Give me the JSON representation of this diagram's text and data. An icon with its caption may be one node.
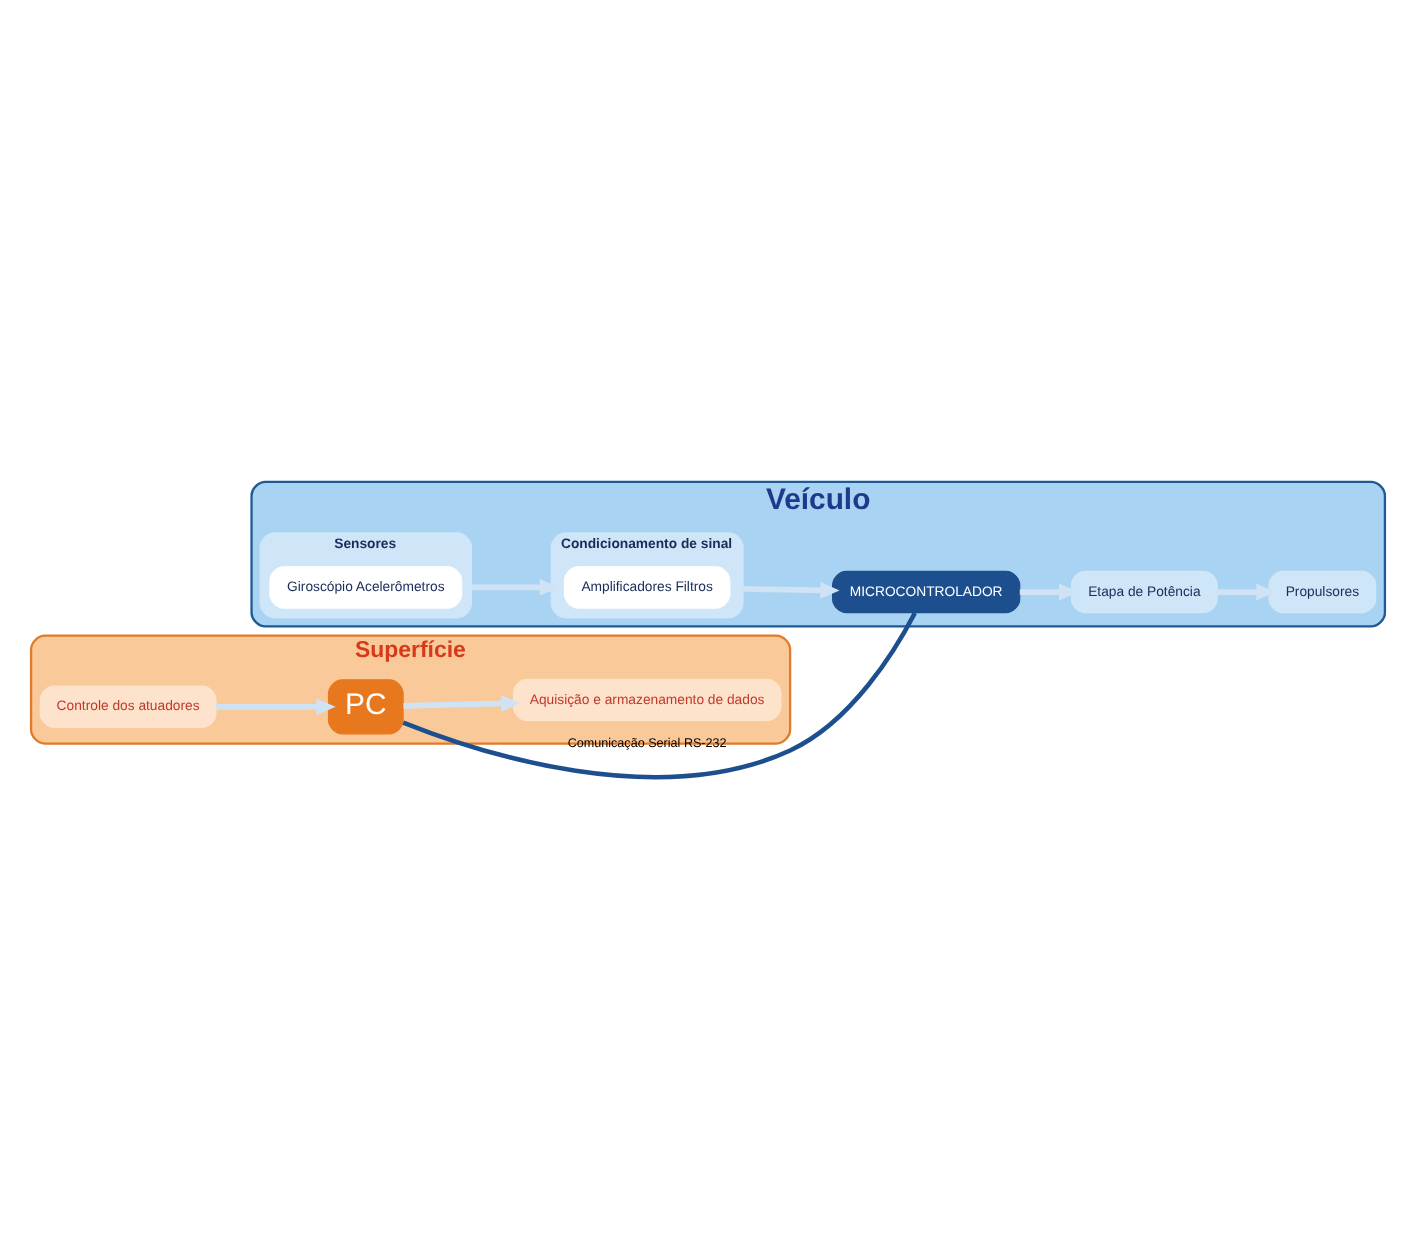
{
  "diagram": {
    "nodes": [
      {
        "text": [
          "Superfície"
        ]
      },
      {
        "text": [
          "Aquisição e armazenamento de dados"
        ],
        "in": 0
      },
      {
        "text": [
          "Controle dos atuadores"
        ],
        "in": 0
      },
      {
        "text": [
          "PC"
        ],
        "in": 0
      },
      {
        "text": [
          "Veículo"
        ]
      },
      {
        "text": [
          "Sensores"
        ],
        "in": 4
      },
      {
        "text": [
          "Giroscópio Acelerômetros"
        ],
        "in": 5
      },
      {
        "text": [
          "Condicionamento de sinal"
        ],
        "in": 4
      },
      {
        "text": [
          "Amplificadores Filtros"
        ],
        "in": 7
      },
      {
        "text": [
          "MICROCONTROLADOR"
        ],
        "in": 4
      },
      {
        "text": [
          "Etapa de Potência"
        ],
        "in": 4
      },
      {
        "text": [
          "Propulsores"
        ],
        "in": 4
      }
    ],
    "edges": [
      {
        "from": 3,
        "to": 1,
        "arrow": "to"
      },
      {
        "from": 2,
        "to": 3,
        "arrow": "to"
      },
      {
        "from": 3,
        "to": 9,
        "arrow": "none",
        "label": "Comunicação Serial RS-232",
        "color": "#1d4f8f"
      },
      {
        "from": 5,
        "to": 7,
        "arrow": "to"
      },
      {
        "from": 7,
        "to": 9,
        "arrow": "to"
      },
      {
        "from": 9,
        "to": 10,
        "arrow": "to"
      },
      {
        "from": 10,
        "to": 11,
        "arrow": "to"
      }
    ]
  }
}
